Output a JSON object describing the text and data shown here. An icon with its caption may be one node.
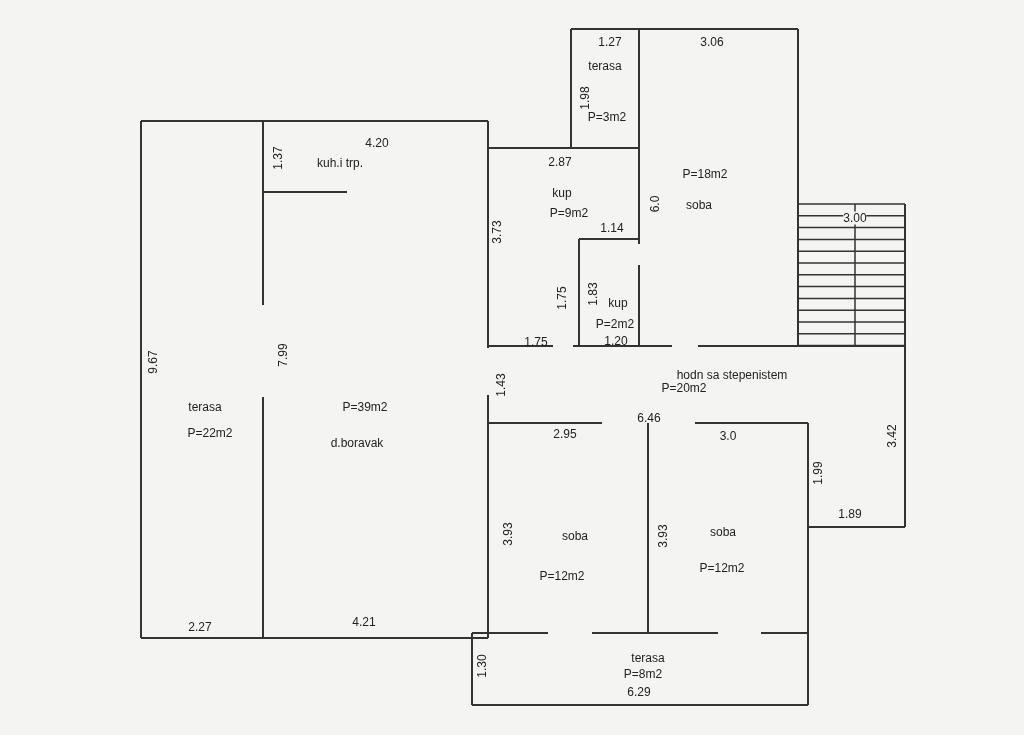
{
  "diagram": {
    "nodes": [
      {
        "text": [
          "terasa",
          "P=22m2"
        ]
      },
      {
        "text": [
          "P=39m2",
          "d.boravak"
        ]
      },
      {
        "text": [
          "terasa",
          "P=3m2"
        ]
      },
      {
        "text": [
          "kup",
          "P=9m2"
        ]
      },
      {
        "text": [
          "P=18m2",
          "soba"
        ]
      },
      {
        "text": [
          "kup",
          "P=2m2"
        ]
      },
      {
        "text": [
          "hodn sa stepenistem",
          "P=20m2"
        ]
      },
      {
        "text": [
          "soba",
          "P=12m2"
        ]
      },
      {
        "text": [
          "soba",
          "P=12m2"
        ]
      },
      {
        "text": [
          "terasa",
          "P=8m2"
        ]
      }
    ],
    "labels": [
      "1.27",
      "3.06",
      "1.98",
      "4.20",
      "1.37",
      "kuh.i trp.",
      "2.87",
      "6.0",
      "3.00",
      "3.73",
      "1.14",
      "1.75",
      "1.83",
      "9.67",
      "7.99",
      "1.75",
      "1.20",
      "1.43",
      "6.46",
      "2.95",
      "3.0",
      "3.42",
      "1.99",
      "1.89",
      "3.93",
      "3.93",
      "2.27",
      "4.21",
      "1.30",
      "6.29"
    ]
  }
}
